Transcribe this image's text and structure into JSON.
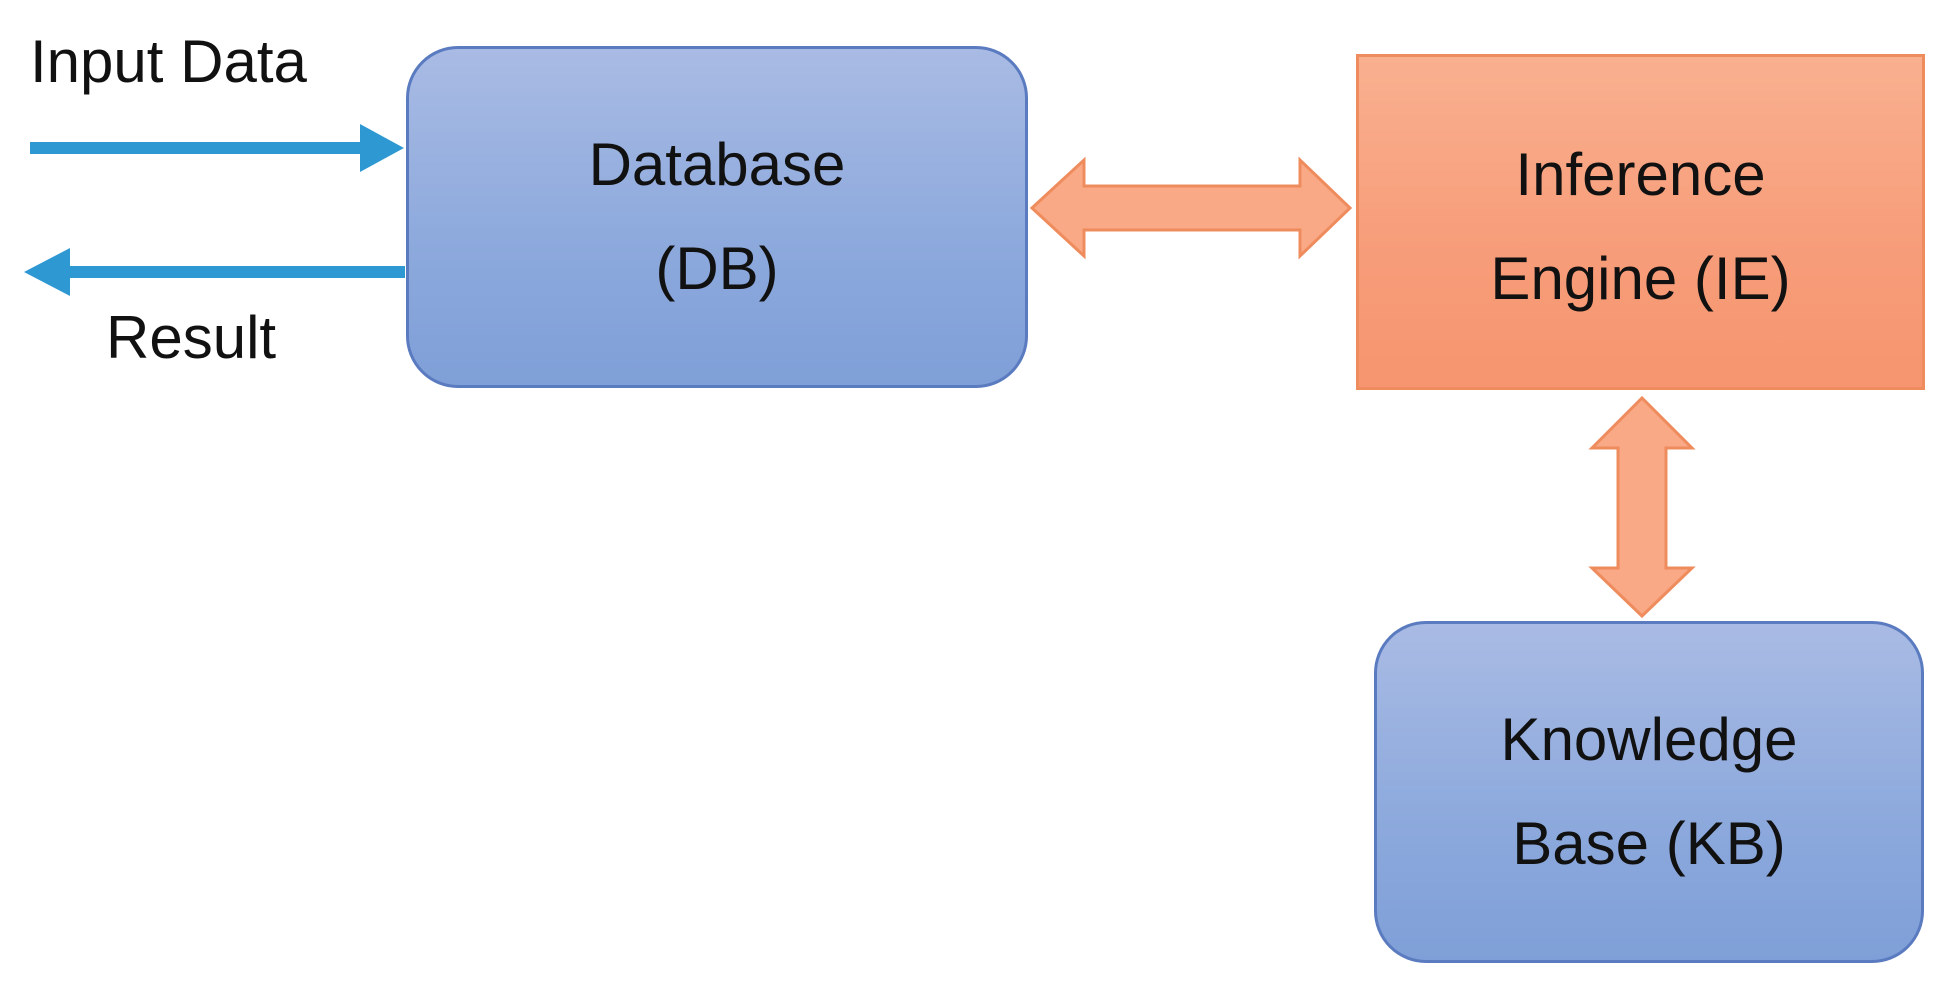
{
  "external": {
    "input_label": "Input Data",
    "result_label": "Result"
  },
  "database": {
    "line1": "Database",
    "line2": "(DB)"
  },
  "inference_engine": {
    "line1": "Inference",
    "line2": "Engine (IE)"
  },
  "knowledge_base": {
    "line1": "Knowledge",
    "line2": "Base (KB)"
  },
  "colors": {
    "blue_box_fill": "#8eaadd",
    "blue_box_border": "#5b7bc0",
    "orange_box_fill": "#f79c79",
    "orange_box_border": "#ef8c5e",
    "flow_arrow": "#2e98d3",
    "double_arrow_fill": "#f9a985",
    "double_arrow_border": "#ef8c5e"
  }
}
